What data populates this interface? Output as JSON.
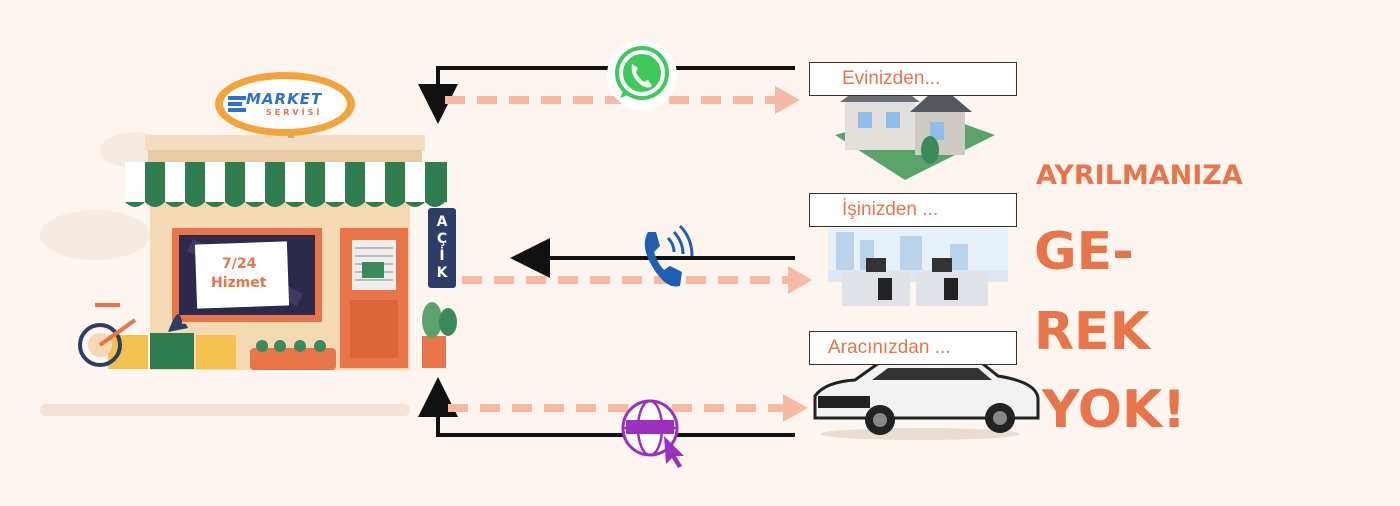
{
  "brand": {
    "logo_top": "MARKET",
    "logo_bottom": "SERVİSİ"
  },
  "shop": {
    "poster_line1": "7/24",
    "poster_line2": "Hizmet",
    "open_sign": "AÇİK"
  },
  "channels": [
    {
      "label": "Evinizden...",
      "icon": "whatsapp-icon"
    },
    {
      "label": "İşinizden ...",
      "icon": "phone-icon"
    },
    {
      "label": "Aracınızdan ...",
      "icon": "web-icon"
    }
  ],
  "headline": {
    "line1": "AYRILMANIZA",
    "line2": "GE-",
    "line3": "REK",
    "line4": "YOK!"
  },
  "colors": {
    "background": "#fdf5ef",
    "accent": "#e8744a",
    "awning": "#2f7d4f",
    "web": "#9b2fc0"
  }
}
